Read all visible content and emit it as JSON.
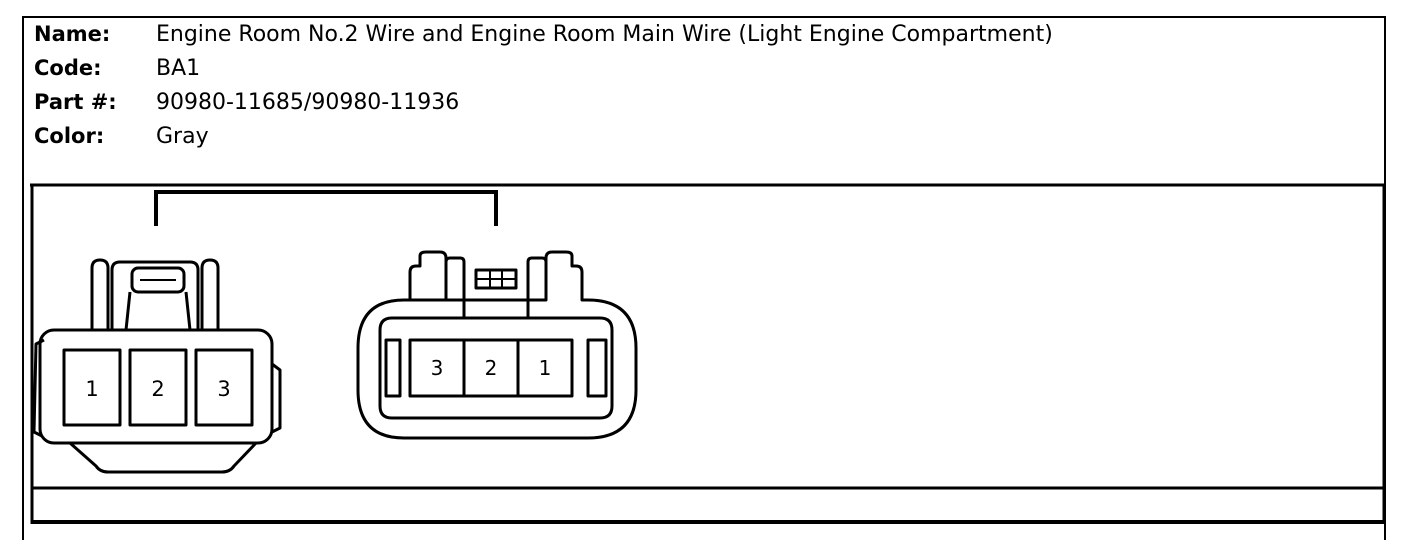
{
  "header": {
    "name_label": "Name:",
    "name_value": "Engine Room No.2 Wire and Engine Room Main Wire (Light Engine Compartment)",
    "code_label": "Code:",
    "code_value": "BA1",
    "part_label": "Part #:",
    "part_value": "90980-11685/90980-11936",
    "color_label": "Color:",
    "color_value": "Gray"
  },
  "connector_left": {
    "pins": [
      "1",
      "2",
      "3"
    ]
  },
  "connector_right": {
    "pins": [
      "3",
      "2",
      "1"
    ]
  }
}
